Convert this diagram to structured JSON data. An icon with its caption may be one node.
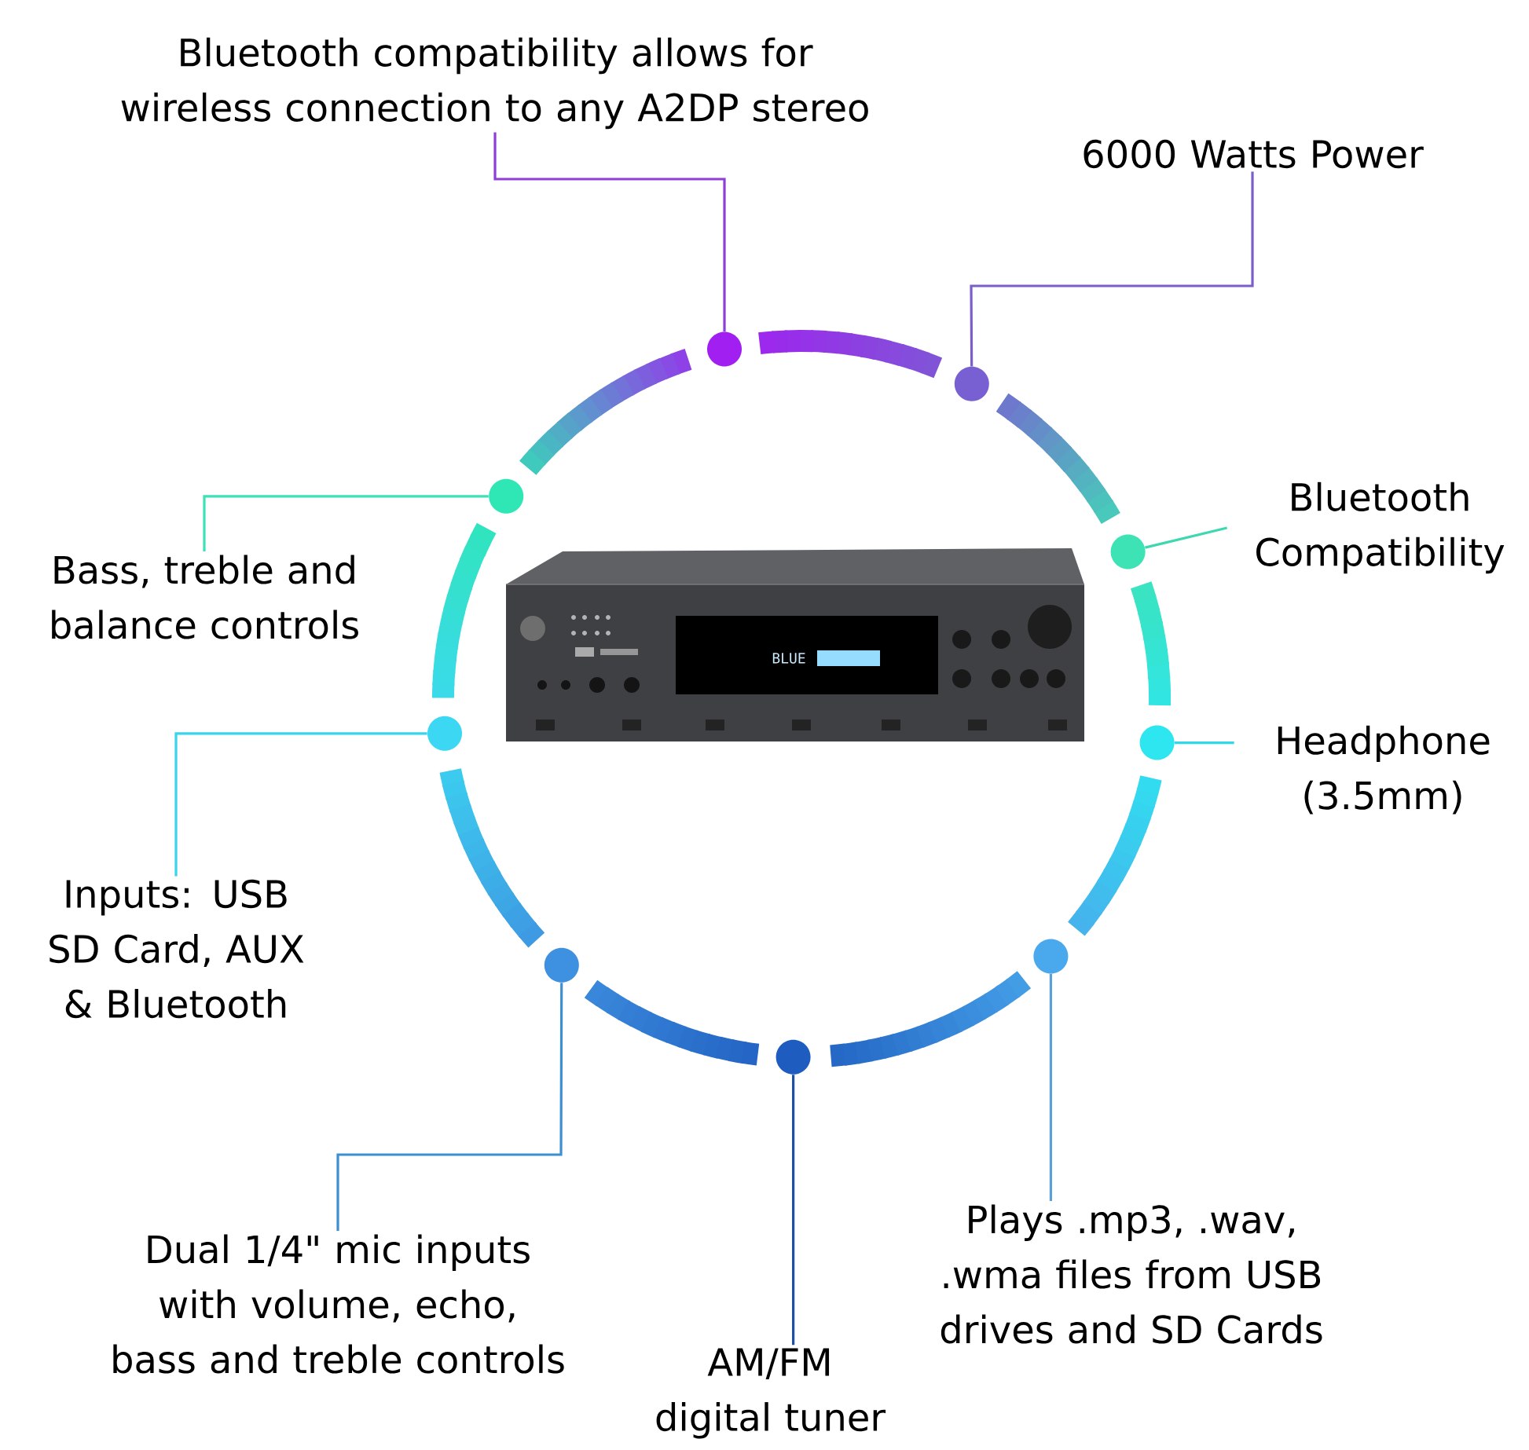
{
  "diagram": {
    "nodes": [
      {
        "text": [
          "Bluetooth compatibility allows for wireless connection to any A2DP stereo"
        ]
      },
      {
        "text": [
          "6000 Watts Power"
        ]
      },
      {
        "text": [
          "Bluetooth Compatibility"
        ]
      },
      {
        "text": [
          "Bass, treble and balance controls"
        ]
      },
      {
        "text": [
          "Headphone (3.5mm)"
        ]
      },
      {
        "text": [
          "Inputs: USB SD Card, AUX & Bluetooth"
        ]
      },
      {
        "text": [
          "Dual 1/4\" mic inputs with volume, echo, bass and treble controls"
        ]
      },
      {
        "text": [
          "Plays .mp3, .wav, .wma files from USB drives and SD Cards"
        ]
      },
      {
        "text": [
          "AM/FM digital tuner"
        ]
      },
      {
        "text": [],
        "shape": "circle"
      },
      {
        "text": [],
        "shape": "circle"
      },
      {
        "text": [],
        "shape": "circle"
      },
      {
        "text": [],
        "shape": "circle"
      },
      {
        "text": [],
        "shape": "circle"
      },
      {
        "text": [],
        "shape": "circle"
      },
      {
        "text": [],
        "shape": "circle"
      },
      {
        "text": [],
        "shape": "circle"
      },
      {
        "text": [],
        "shape": "circle"
      }
    ],
    "edges": [
      {
        "from": 0,
        "to": 9,
        "arrow": "none",
        "color": "#8e3fd6"
      },
      {
        "from": 1,
        "to": 10,
        "arrow": "none",
        "color": "#7a5fc8"
      },
      {
        "from": 2,
        "to": 12,
        "arrow": "none",
        "color": "#3ed8b0"
      },
      {
        "from": 3,
        "to": 11,
        "arrow": "none",
        "color": "#3ee0b8"
      },
      {
        "from": 4,
        "to": 14,
        "arrow": "none",
        "color": "#30d8e8"
      },
      {
        "from": 5,
        "to": 13,
        "arrow": "none",
        "color": "#38d4ea"
      },
      {
        "from": 6,
        "to": 16,
        "arrow": "none",
        "color": "#3d8fd0"
      },
      {
        "from": 7,
        "to": 15,
        "arrow": "none",
        "color": "#5aa0d8"
      },
      {
        "from": 8,
        "to": 17,
        "arrow": "none",
        "color": "#1f4fa0"
      }
    ],
    "labels": [
      "BLUE"
    ]
  }
}
